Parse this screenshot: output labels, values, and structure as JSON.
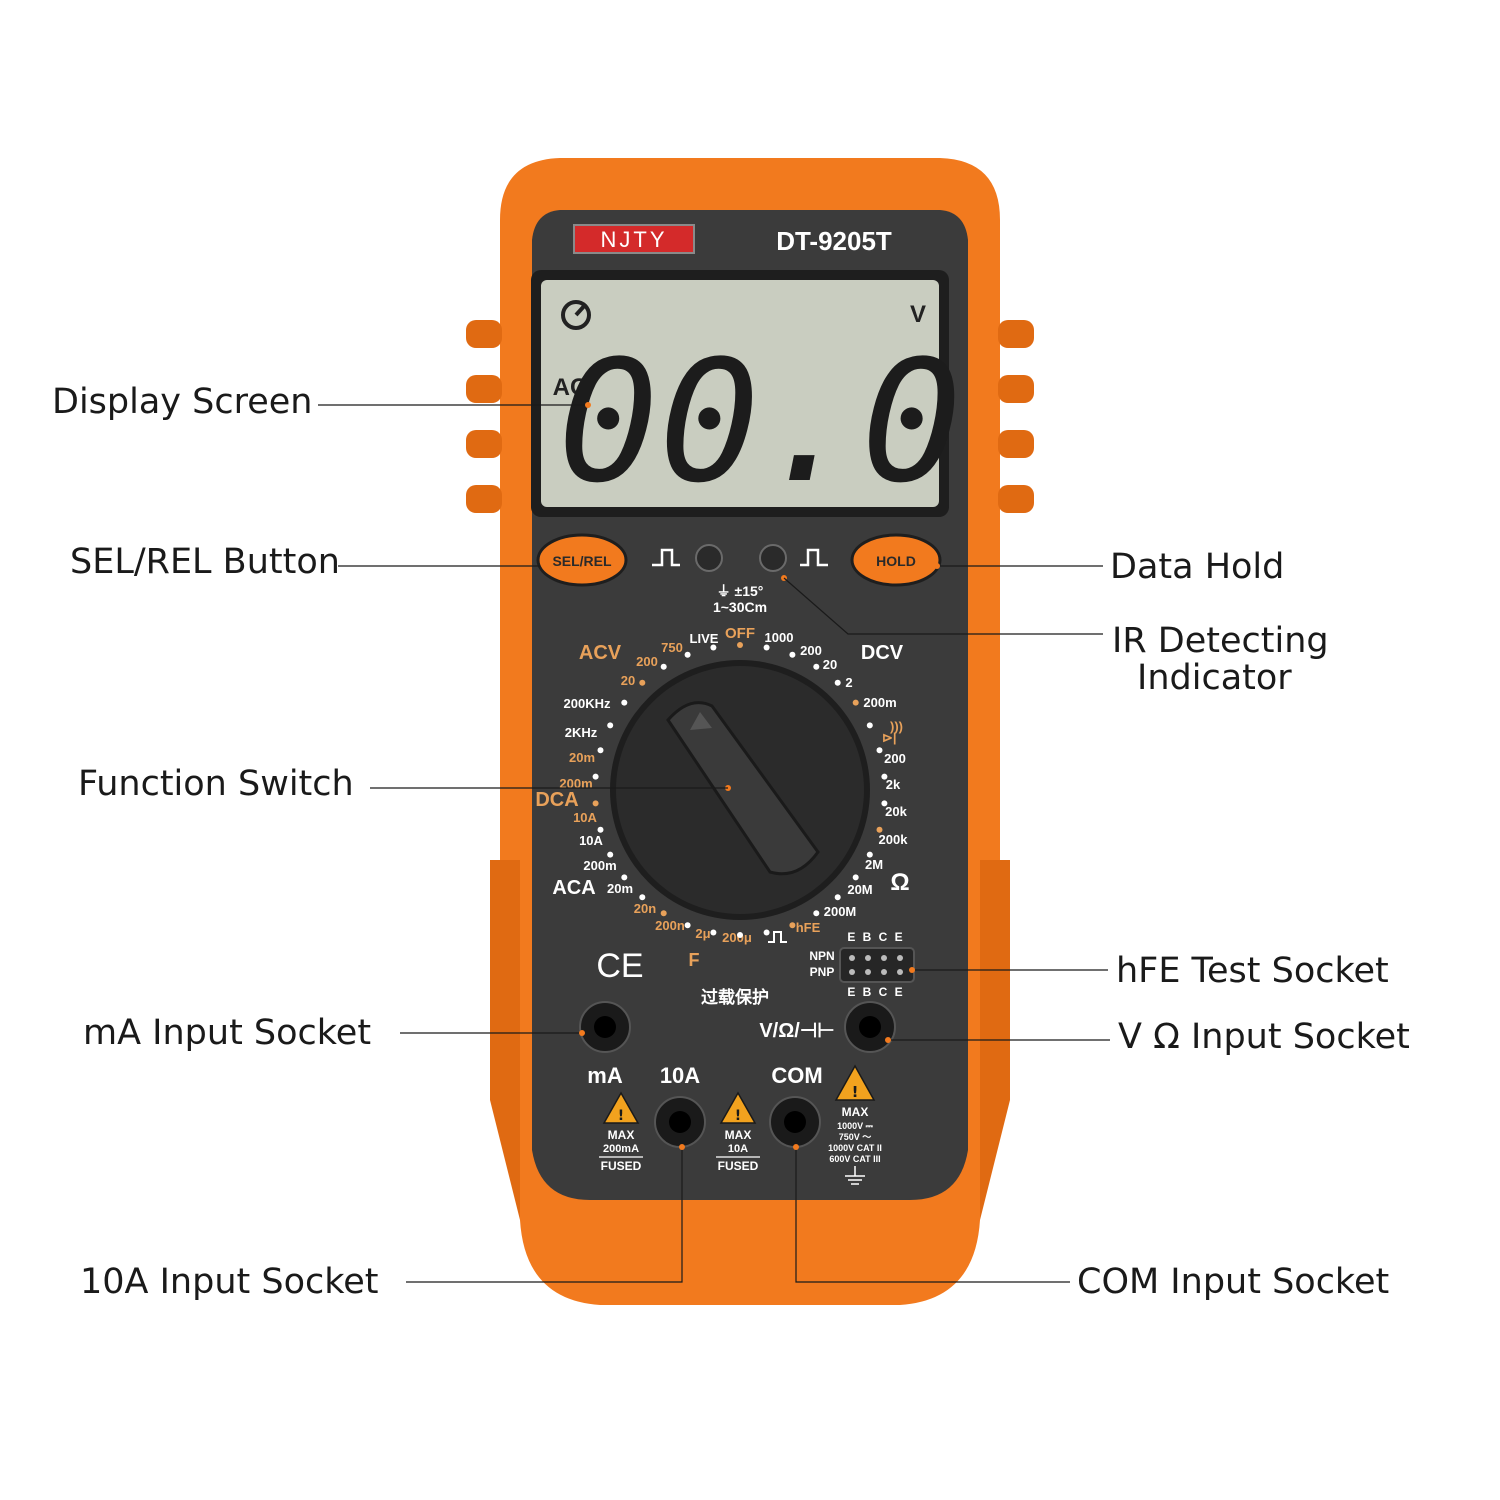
{
  "device": {
    "brand": "NJTY",
    "model": "DT-9205T",
    "display": {
      "reading": "00.0",
      "unit": "V",
      "mode": "AC"
    },
    "buttons": {
      "sel_rel": "SEL/REL",
      "hold": "HOLD"
    },
    "ir_note_line1": "⏚ ±15°",
    "ir_note_line2": "1~30Cm",
    "dial": {
      "off": "OFF",
      "live": "LIVE",
      "group_acv": "ACV",
      "group_dcv": "DCV",
      "group_dca": "DCA",
      "group_aca": "ACA",
      "group_ohm": "Ω",
      "group_f": "F",
      "acv": [
        "750",
        "200",
        "20"
      ],
      "dcv": [
        "1000",
        "200",
        "20",
        "2",
        "200m"
      ],
      "freq": [
        "200KHz",
        "2KHz"
      ],
      "dca": [
        "20m",
        "200m",
        "10A"
      ],
      "aca": [
        "10A",
        "200m",
        "20m"
      ],
      "ohm": [
        "200",
        "2k",
        "20k",
        "200k",
        "2M",
        "20M",
        "200M"
      ],
      "cap": [
        "20n",
        "200n",
        "2μ",
        "200μ"
      ],
      "hfe": "hFE"
    },
    "hfe_socket": {
      "pins": "E B C E",
      "npn": "NPN",
      "pnp": "PNP"
    },
    "ce_mark": "CE",
    "overload_text": "过载保护",
    "sockets": {
      "ma": "mA",
      "tenA": "10A",
      "com": "COM",
      "vohm": "V/Ω/⊣⊢"
    },
    "warnings": {
      "ma": [
        "MAX",
        "200mA",
        "FUSED"
      ],
      "tenA": [
        "MAX",
        "10A",
        "FUSED"
      ],
      "com": [
        "MAX",
        "1000V ⎓",
        "750V ～",
        "1000V CAT II",
        "600V CAT III"
      ]
    }
  },
  "callouts": {
    "display_screen": "Display Screen",
    "sel_rel_button": "SEL/REL Button",
    "data_hold": "Data Hold",
    "ir_line1": "IR Detecting",
    "ir_line2": "Indicator",
    "function_switch": "Function Switch",
    "hfe_socket": "hFE Test Socket",
    "ma_socket": "mA Input Socket",
    "vohm_socket": "V Ω Input Socket",
    "tenA_socket": "10A Input Socket",
    "com_socket": "COM Input Socket"
  },
  "colors": {
    "case_orange": "#f27a1e",
    "panel": "#3b3b3b",
    "lcd": "#c9cdc0",
    "dial_label": "#e8a15a"
  }
}
